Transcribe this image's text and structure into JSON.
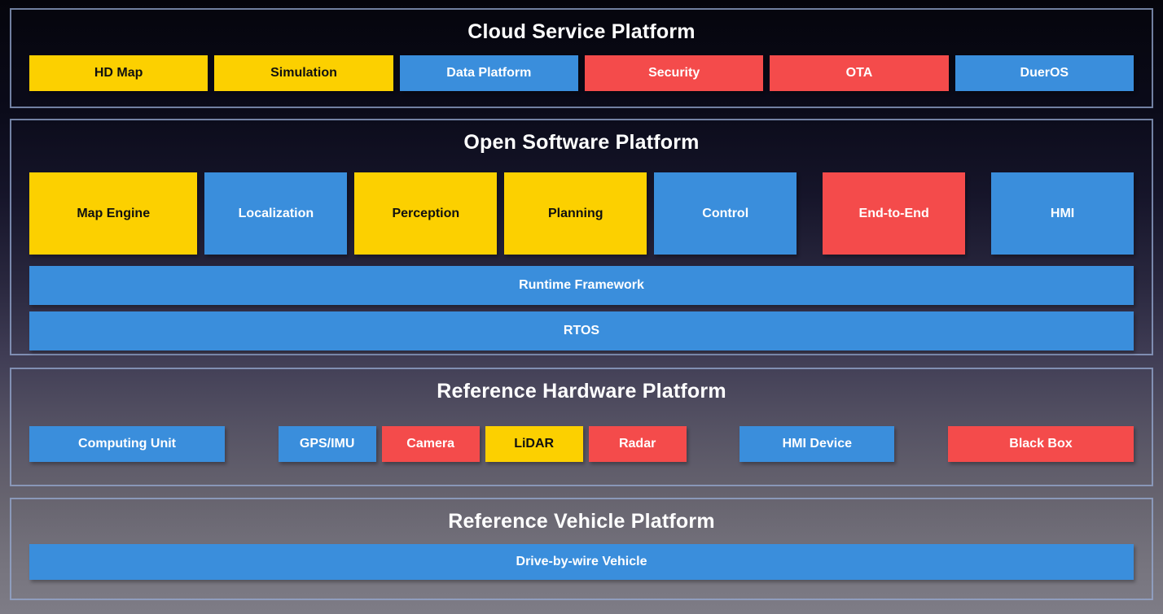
{
  "palette": {
    "yellow": "#FCD000",
    "blue": "#3A8EDC",
    "red": "#F44B4B",
    "panel_border": "#96AAD2",
    "title_color": "#FFFFFF"
  },
  "sections": [
    {
      "title": "Cloud Service Platform",
      "boxes": [
        {
          "label": "HD Map",
          "bg": "#FCD000",
          "fg": "#101010"
        },
        {
          "label": "Simulation",
          "bg": "#FCD000",
          "fg": "#101010"
        },
        {
          "label": "Data Platform",
          "bg": "#3A8EDC",
          "fg": "#FFFFFF"
        },
        {
          "label": "Security",
          "bg": "#F44B4B",
          "fg": "#FFFFFF"
        },
        {
          "label": "OTA",
          "bg": "#F44B4B",
          "fg": "#FFFFFF"
        },
        {
          "label": "DuerOS",
          "bg": "#3A8EDC",
          "fg": "#FFFFFF"
        }
      ]
    },
    {
      "title": "Open Software Platform",
      "modules": [
        {
          "label": "Map Engine",
          "bg": "#FCD000",
          "fg": "#101010"
        },
        {
          "label": "Localization",
          "bg": "#3A8EDC",
          "fg": "#FFFFFF"
        },
        {
          "label": "Perception",
          "bg": "#FCD000",
          "fg": "#101010"
        },
        {
          "label": "Planning",
          "bg": "#FCD000",
          "fg": "#101010"
        },
        {
          "label": "Control",
          "bg": "#3A8EDC",
          "fg": "#FFFFFF"
        },
        {
          "label": "End-to-End",
          "bg": "#F44B4B",
          "fg": "#FFFFFF"
        },
        {
          "label": "HMI",
          "bg": "#3A8EDC",
          "fg": "#FFFFFF"
        }
      ],
      "bars": [
        {
          "label": "Runtime Framework",
          "bg": "#3A8EDC",
          "fg": "#FFFFFF"
        },
        {
          "label": "RTOS",
          "bg": "#3A8EDC",
          "fg": "#FFFFFF"
        }
      ]
    },
    {
      "title": "Reference Hardware Platform",
      "boxes": [
        {
          "label": "Computing Unit",
          "bg": "#3A8EDC",
          "fg": "#FFFFFF"
        },
        {
          "label": "GPS/IMU",
          "bg": "#3A8EDC",
          "fg": "#FFFFFF"
        },
        {
          "label": "Camera",
          "bg": "#F44B4B",
          "fg": "#FFFFFF"
        },
        {
          "label": "LiDAR",
          "bg": "#FCD000",
          "fg": "#101010"
        },
        {
          "label": "Radar",
          "bg": "#F44B4B",
          "fg": "#FFFFFF"
        },
        {
          "label": "HMI Device",
          "bg": "#3A8EDC",
          "fg": "#FFFFFF"
        },
        {
          "label": "Black Box",
          "bg": "#F44B4B",
          "fg": "#FFFFFF"
        }
      ]
    },
    {
      "title": "Reference Vehicle Platform",
      "bars": [
        {
          "label": "Drive-by-wire Vehicle",
          "bg": "#3A8EDC",
          "fg": "#FFFFFF"
        }
      ]
    }
  ]
}
